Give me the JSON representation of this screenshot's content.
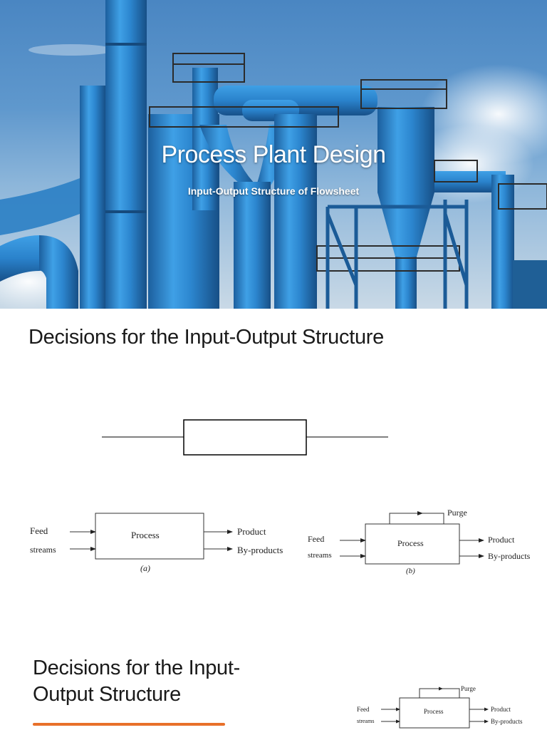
{
  "slide1": {
    "title": "Process Plant Design",
    "subtitle": "Input-Output Structure of Flowsheet",
    "colors": {
      "sky": "#5f98cd",
      "pipes": "#2f86d0",
      "text": "#ffffff"
    }
  },
  "slide2": {
    "title": "Decisions for the Input-Output Structure",
    "diagram_a": {
      "process": "Process",
      "inputs": [
        "Feed",
        "streams"
      ],
      "outputs": [
        "Product",
        "By-products"
      ],
      "caption": "(a)"
    },
    "diagram_b": {
      "process": "Process",
      "inputs": [
        "Feed",
        "streams"
      ],
      "outputs": [
        "Product",
        "By-products"
      ],
      "recycle": "Purge",
      "caption": "(b)"
    }
  },
  "slide3": {
    "title_line1": "Decisions for the Input-",
    "title_line2": "Output Structure",
    "accent_color": "#e8702a",
    "diagram": {
      "process": "Process",
      "inputs": [
        "Feed",
        "streams"
      ],
      "outputs": [
        "Product",
        "By-products"
      ],
      "recycle": "Purge"
    }
  }
}
